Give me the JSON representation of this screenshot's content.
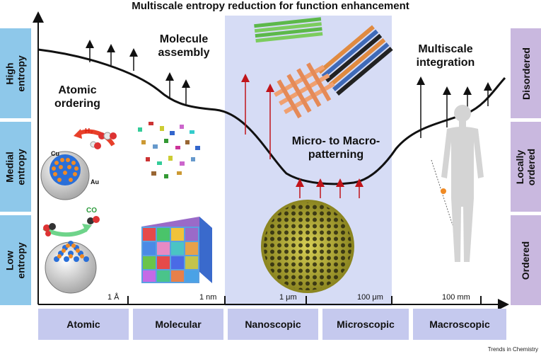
{
  "title": "Multiscale entropy reduction for function enhancement",
  "left_axis": [
    {
      "label": "High\nentropy"
    },
    {
      "label": "Medial\nentropy"
    },
    {
      "label": "Low\nentropy"
    }
  ],
  "right_axis": [
    {
      "label": "Disordered"
    },
    {
      "label": "Locally\nordered"
    },
    {
      "label": "Ordered"
    }
  ],
  "stage_labels": {
    "atomic": "Atomic\nordering",
    "molecule": "Molecule\nassembly",
    "micro": "Micro- to Macro-\npatterning",
    "multiscale": "Multiscale\nintegration"
  },
  "chemistry_labels": {
    "h2": "H₂",
    "co": "CO",
    "cu": "Cu",
    "au": "Au"
  },
  "scale_ticks": [
    "1 Å",
    "1 nm",
    "1 μm",
    "100 μm",
    "100 mm"
  ],
  "scale_categories": [
    "Atomic",
    "Molecular",
    "Nanoscopic",
    "Microscopic",
    "Macroscopic"
  ],
  "credit": "Trends in Chemistry",
  "colors": {
    "left_axis": "#8ec8ea",
    "right_axis": "#c9b8df",
    "scale_boxes": "#c5c9ee",
    "highlight_band": "#d6dcf5",
    "red_arrow": "#c0141a"
  }
}
